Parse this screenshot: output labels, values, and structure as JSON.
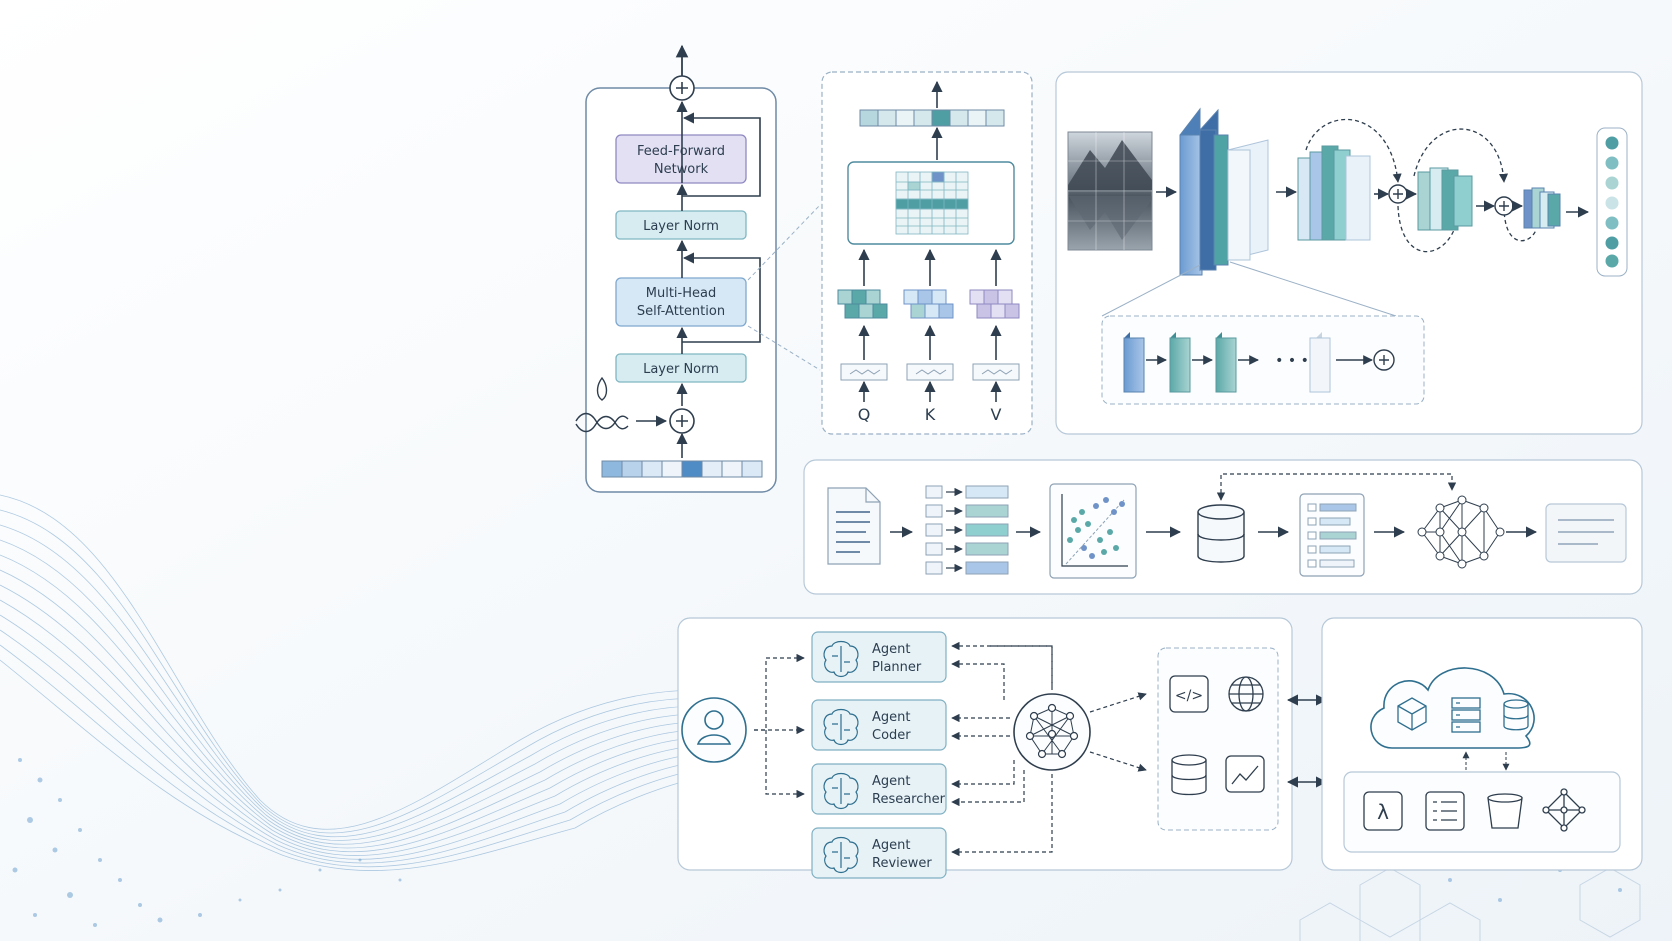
{
  "transformer": {
    "ffn_line1": "Feed-Forward",
    "ffn_line2": "Network",
    "norm_top": "Layer Norm",
    "mhsa_line1": "Multi-Head",
    "mhsa_line2": "Self-Attention",
    "norm_bottom": "Layer Norm"
  },
  "attention": {
    "q": "Q",
    "k": "K",
    "v": "V"
  },
  "agents": [
    {
      "line1": "Agent",
      "line2": "Planner"
    },
    {
      "line1": "Agent",
      "line2": "Coder"
    },
    {
      "line1": "Agent",
      "line2": "Researcher"
    },
    {
      "line1": "Agent",
      "line2": "Reviewer"
    }
  ],
  "tools": {
    "code_symbol": "</>",
    "lambda_symbol": "λ",
    "ellipsis": "• • •"
  },
  "colors": {
    "accent": "#4a7fb5",
    "teal": "#4fa3a5",
    "lavender": "#c9c3e6",
    "line": "#2f3e4e"
  }
}
